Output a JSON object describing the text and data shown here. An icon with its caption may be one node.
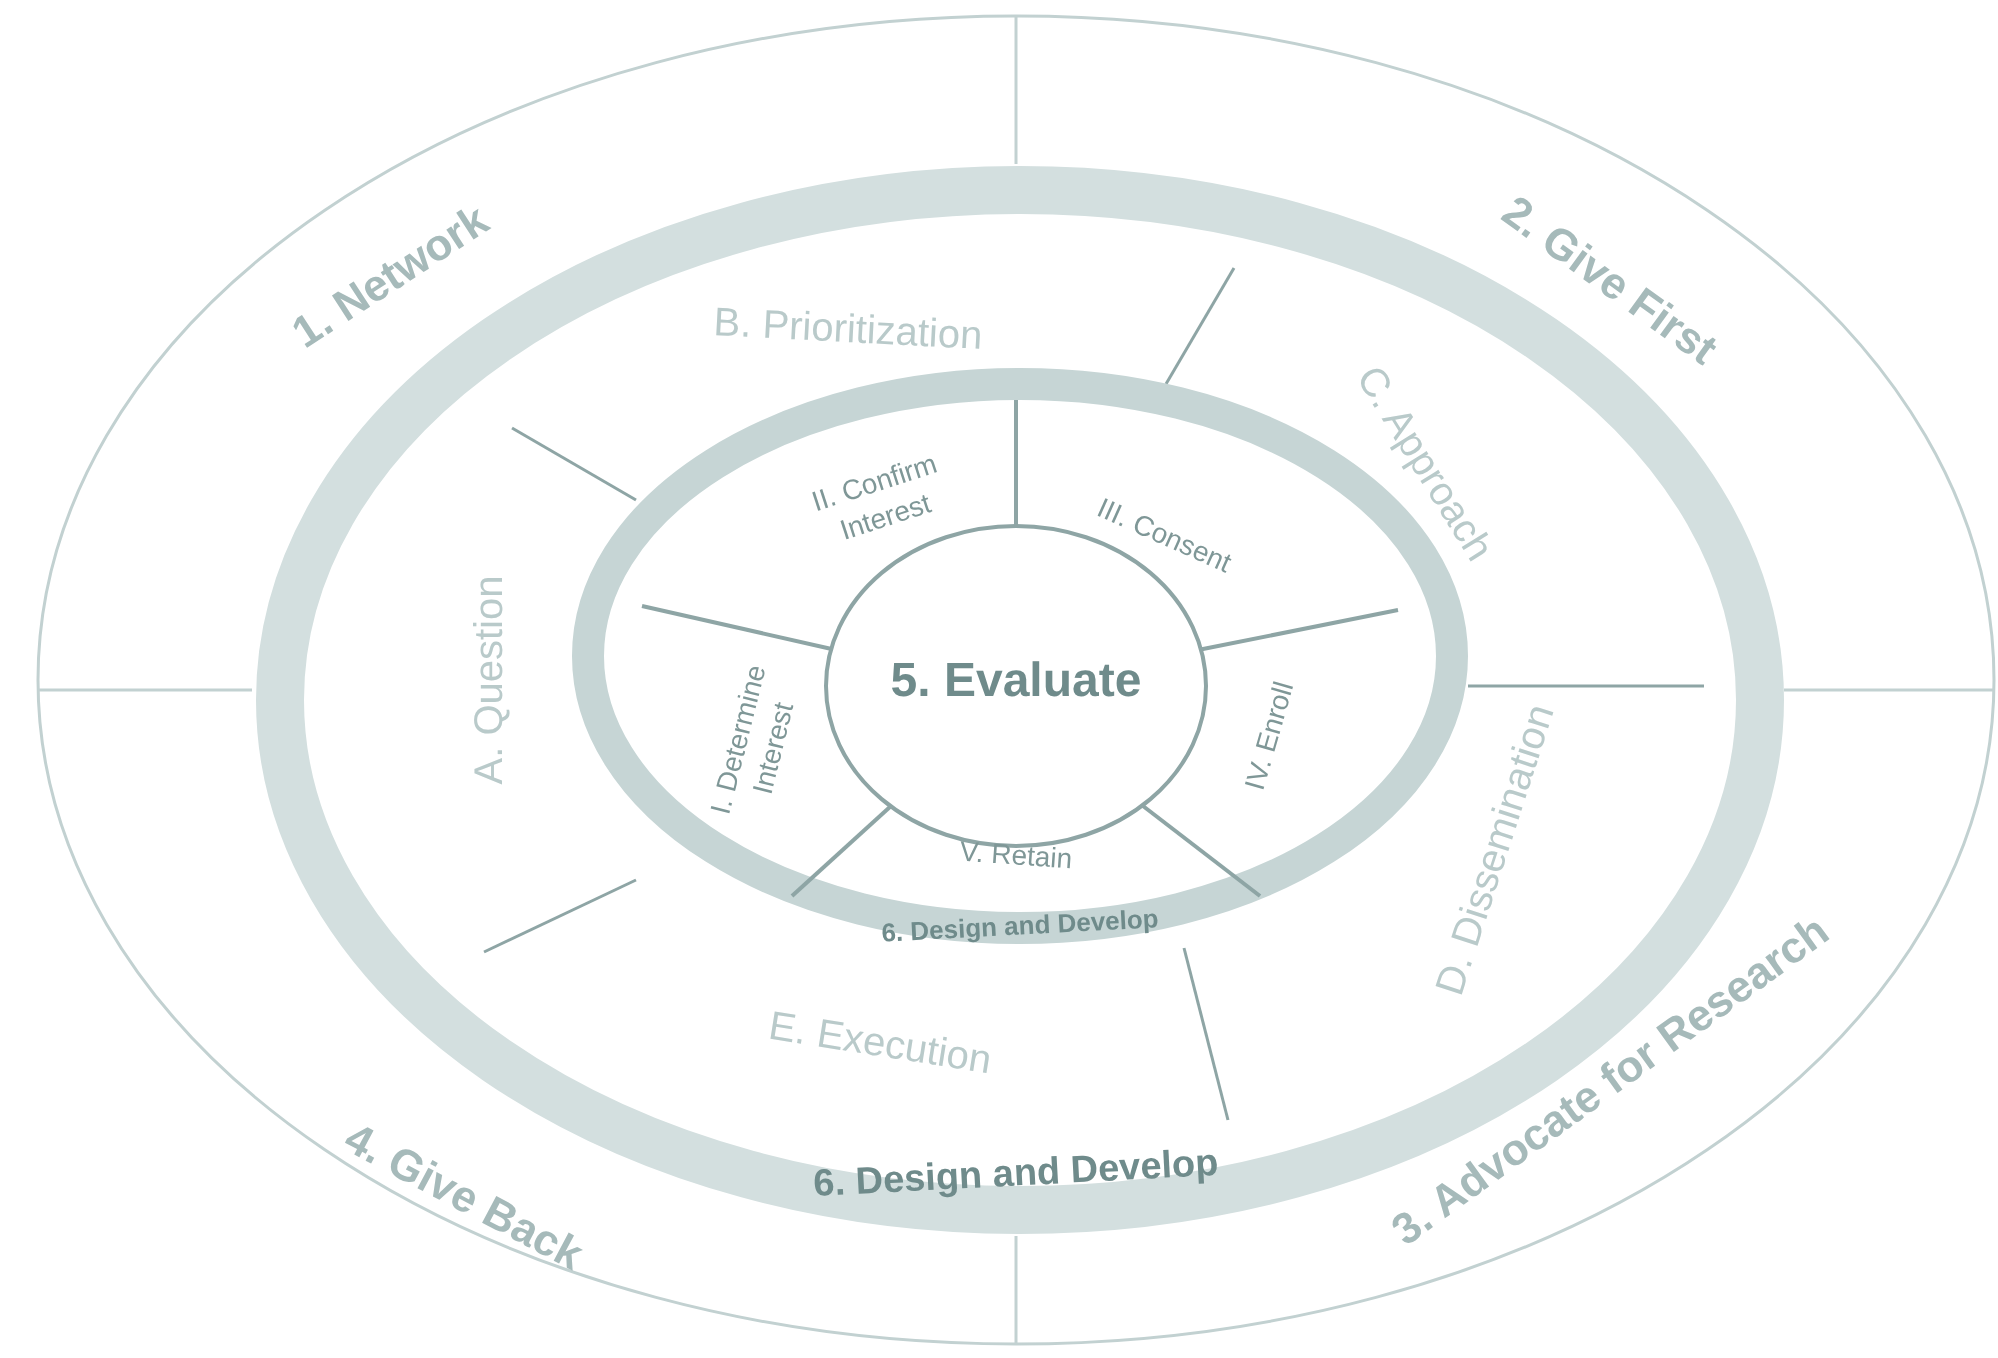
{
  "diagram": {
    "nodes": [
      {
        "text": [
          "1. Network"
        ]
      },
      {
        "text": [
          "2. Give First"
        ]
      },
      {
        "text": [
          "B. Prioritization"
        ]
      },
      {
        "text": [
          "II. Confirm Interest"
        ]
      },
      {
        "text": [
          "III. Consent"
        ]
      },
      {
        "text": [
          "C. Approach"
        ]
      },
      {
        "text": [
          "A. Question"
        ]
      },
      {
        "text": [
          "5. Evaluate"
        ]
      },
      {
        "text": [
          "I. Determine Interest"
        ]
      },
      {
        "text": [
          "IV. Enroll"
        ]
      },
      {
        "text": [
          "D. Dissemination"
        ]
      },
      {
        "text": [
          "V. Retain"
        ]
      },
      {
        "text": [
          "6. Design and Develop"
        ]
      },
      {
        "text": [
          "E. Execution"
        ]
      },
      {
        "text": [
          "4. Give Back"
        ]
      },
      {
        "text": [
          "6. Design and Develop"
        ]
      },
      {
        "text": [
          "3. Advocate for Research"
        ]
      }
    ]
  }
}
